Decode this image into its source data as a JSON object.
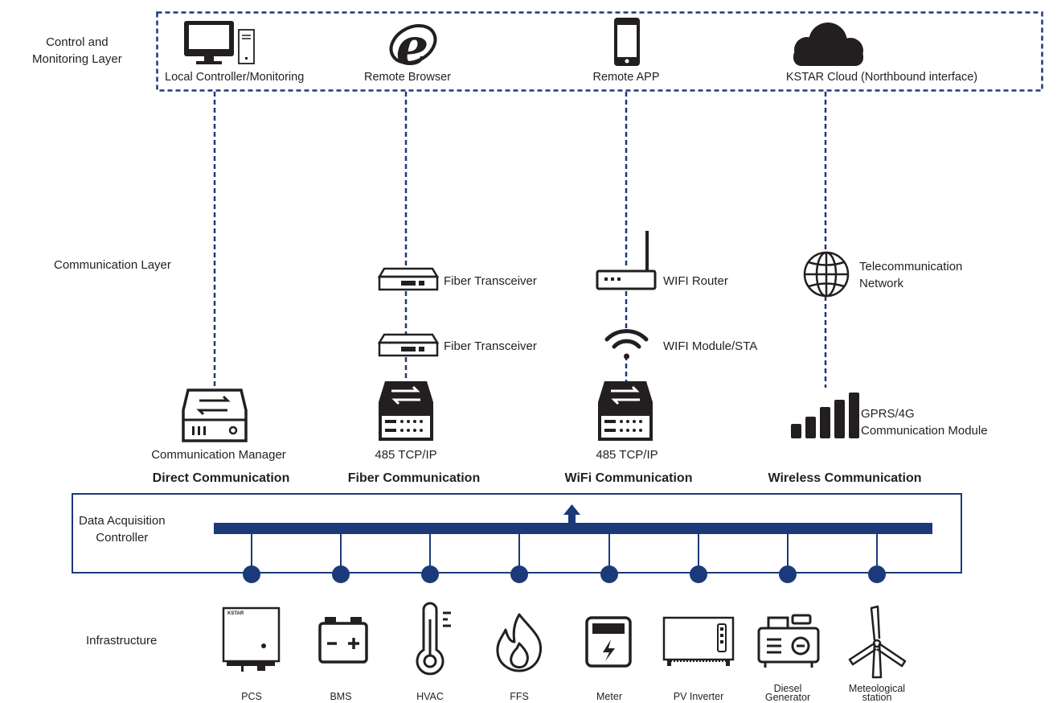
{
  "colors": {
    "navy": "#1c3a7a",
    "dark": "#231f20",
    "background": "#ffffff"
  },
  "layers": {
    "control": [
      "Control and",
      "Monitoring Layer"
    ],
    "communication": "Communication Layer",
    "dac": [
      "Data Acquisition",
      "Controller"
    ],
    "infrastructure": "Infrastructure"
  },
  "control_devices": [
    {
      "label": "Local Controller/Monitoring",
      "icon": "desktop-computer-icon"
    },
    {
      "label": "Remote Browser",
      "icon": "internet-explorer-icon"
    },
    {
      "label": "Remote APP",
      "icon": "smartphone-icon"
    },
    {
      "label": "KSTAR Cloud (Northbound interface)",
      "icon": "cloud-icon"
    }
  ],
  "communication_nodes": {
    "fiber_transceiver_top": "Fiber Transceiver",
    "fiber_transceiver_bottom": "Fiber Transceiver",
    "wifi_router": "WIFI Router",
    "wifi_module": "WIFI Module/STA",
    "telecom_network": [
      "Telecommunication",
      "Network"
    ],
    "gprs_module": [
      "GPRS/4G",
      "Communication Module"
    ],
    "comm_manager": "Communication Manager",
    "fiber_switch": "485 TCP/IP",
    "wifi_switch": "485 TCP/IP"
  },
  "methods": [
    "Direct Communication",
    "Fiber Communication",
    "WiFi Communication",
    "Wireless Communication"
  ],
  "infrastructure": [
    {
      "label": [
        "PCS"
      ],
      "icon": "pcs-cabinet-icon"
    },
    {
      "label": [
        "BMS"
      ],
      "icon": "battery-icon"
    },
    {
      "label": [
        "HVAC"
      ],
      "icon": "thermometer-icon"
    },
    {
      "label": [
        "FFS"
      ],
      "icon": "fire-icon"
    },
    {
      "label": [
        "Meter"
      ],
      "icon": "meter-icon"
    },
    {
      "label": [
        "PV Inverter"
      ],
      "icon": "pv-inverter-icon"
    },
    {
      "label": [
        "Diesel",
        "Generator"
      ],
      "icon": "diesel-generator-icon"
    },
    {
      "label": [
        "Meteological",
        "station"
      ],
      "icon": "wind-turbine-icon"
    }
  ],
  "pcs_brand": "KSTAR"
}
